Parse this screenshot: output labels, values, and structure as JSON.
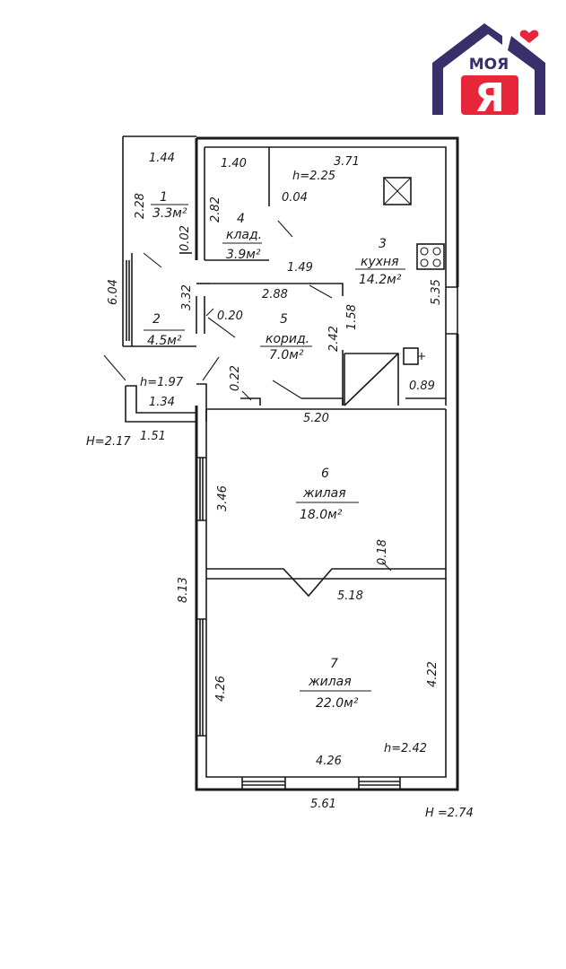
{
  "logo": {
    "word": "МОЯ",
    "letter": "Я",
    "roof_color": "#3a2f6b",
    "accent_color": "#e8263a"
  },
  "rooms": [
    {
      "number": "1",
      "name": "",
      "area": "3.3м²"
    },
    {
      "number": "2",
      "name": "",
      "area": "4.5м²"
    },
    {
      "number": "3",
      "name": "кухня",
      "area": "14.2м²"
    },
    {
      "number": "4",
      "name": "клад.",
      "area": "3.9м²"
    },
    {
      "number": "5",
      "name": "корид.",
      "area": "7.0м²"
    },
    {
      "number": "6",
      "name": "жилая",
      "area": "18.0м²"
    },
    {
      "number": "7",
      "name": "жилая",
      "area": "22.0м²"
    }
  ],
  "dimensions": {
    "d_1_44": "1.44",
    "d_1_40": "1.40",
    "d_3_71": "3.71",
    "h_2_25": "h=2.25",
    "d_2_28": "2.28",
    "d_2_82": "2.82",
    "d_0_04": "0.04",
    "d_0_02": "0.02",
    "d_6_04": "6.04",
    "d_1_49": "1.49",
    "d_3_32": "3.32",
    "d_2_88": "2.88",
    "d_5_35": "5.35",
    "d_0_20": "0.20",
    "d_2_42": "2.42",
    "d_1_58": "1.58",
    "h_1_97": "h=1.97",
    "d_1_34": "1.34",
    "d_0_22": "0.22",
    "d_0_89": "0.89",
    "H_2_17": "H=2.17",
    "d_1_51": "1.51",
    "d_5_20": "5.20",
    "d_3_46": "3.46",
    "d_0_18": "0.18",
    "d_8_13": "8.13",
    "d_5_18": "5.18",
    "d_4_26a": "4.26",
    "d_4_22": "4.22",
    "d_4_26b": "4.26",
    "h_2_42": "h=2.42",
    "d_5_61": "5.61",
    "H_2_74": "H =2.74"
  }
}
